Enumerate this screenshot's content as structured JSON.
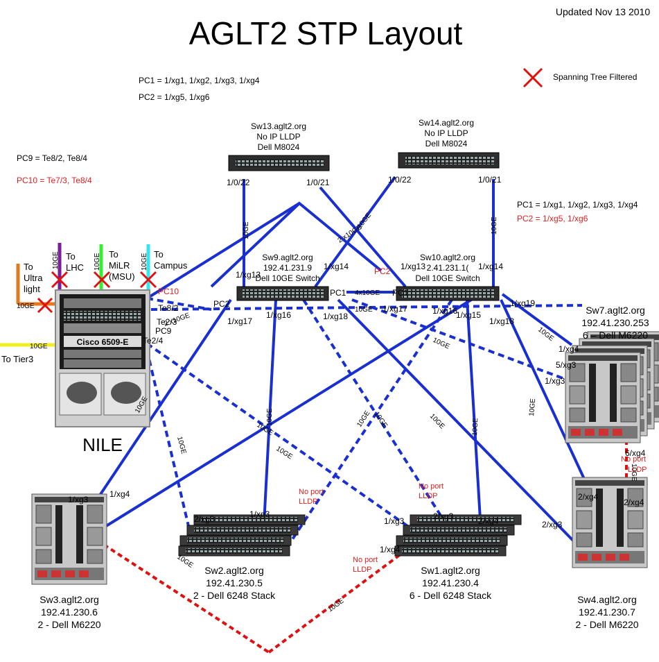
{
  "header": {
    "title": "AGLT2 STP Layout",
    "updated": "Updated Nov 13 2010",
    "legend_label": "Spanning Tree Filtered"
  },
  "colors": {
    "link": "#1a2fd0",
    "filtered": "#e01010",
    "nile_frame": "#9a9a9a"
  },
  "notes": {
    "sw9_pc1": "PC1 = 1/xg1, 1/xg2, 1/xg3, 1/xg4",
    "sw9_pc2": "PC2 = 1/xg5, 1/xg6",
    "nile_pc9": "PC9 = Te8/2, Te8/4",
    "nile_pc10": "PC10 = Te7/3, Te8/4",
    "sw10_pc1": "PC1 = 1/xg1, 1/xg2, 1/xg3, 1/xg4",
    "sw10_pc2": "PC2 = 1/xg5, 1/xg6"
  },
  "switches": {
    "sw13": [
      "Sw13.aglt2.org",
      "No IP LLDP",
      "Dell M8024"
    ],
    "sw14": [
      "Sw14.aglt2.org",
      "No IP LLDP",
      "Dell M8024"
    ],
    "sw9": [
      "Sw9.aglt2.org",
      "192.41.231.9",
      "Dell 10GE Switch"
    ],
    "sw10": [
      "Sw10.aglt2.org",
      "2.41.231.1(",
      "Dell 10GE Switch"
    ],
    "sw7": [
      "Sw7.aglt2.org",
      "192.41.230.253",
      "6 – Dell M6220"
    ],
    "sw3": [
      "Sw3.aglt2.org",
      "192.41.230.6",
      "2 - Dell M6220"
    ],
    "sw2": [
      "Sw2.aglt2.org",
      "192.41.230.5",
      "2 - Dell 6248 Stack"
    ],
    "sw1": [
      "Sw1.aglt2.org",
      "192.41.230.4",
      "6 - Dell 6248 Stack"
    ],
    "sw4": [
      "Sw4.aglt2.org",
      "192.41.230.7",
      "2 - Dell M6220"
    ]
  },
  "nile": {
    "name": "NILE",
    "chassis_label": "Cisco 6509-E",
    "to_ultra_light": [
      "To",
      "Ultra",
      "light"
    ],
    "to_lhc": [
      "To",
      "LHC"
    ],
    "to_milr": [
      "To",
      "MiLR",
      "(MSU)"
    ],
    "to_campus": [
      "To",
      "Campus"
    ],
    "to_tier3": "To Tier3"
  },
  "ports": {
    "p_1_0_22a": "1/0/22",
    "p_1_0_21a": "1/0/21",
    "p_1_0_22b": "1/0/22",
    "p_1_0_21b": "1/0/21",
    "sw9_xg13": "1/xg13",
    "sw9_xg14": "1/xg14",
    "sw10_xg13": "1/xg13",
    "sw10_xg14": "1/xg14",
    "sw9_pc1": "PC1",
    "sw10_pc1": "PC1",
    "link_4x10ge": "4x10GE",
    "sw9_pc2": "PC2",
    "nile_pc9": "PC9",
    "nile_pc10": "PC10",
    "sw10_pc2": "PC2",
    "sw9_xg17": "1/xg17",
    "sw9_xg16": "1/xg16",
    "sw9_xg18": "1/xg18",
    "sw10_xg17": "1/xg17",
    "sw10_xg16": "1/xg16",
    "sw10_xg15": "1/xg15",
    "sw10_xg18": "1/xg18",
    "sw10_xg19": "1/xg19",
    "te8_2": "Te8/2",
    "te2_3": "Te2/3",
    "te2_4": "Te2/4",
    "sw7_1xg4": "1/xg4",
    "sw7_5xg3": "5/xg3",
    "sw7_1xg3": "1/xg3",
    "sw7_6xg4": "6/xg4",
    "sw3_1xg3": "1/xg3",
    "sw3_1xg4": "1/xg4",
    "sw2_2xg3": "2/xg3",
    "sw2_1xg3": "1/xg3",
    "sw1_1xg3": "1/xg3",
    "sw1_2xg3": "2/xg3",
    "sw1_2xg4": "2/xg4",
    "sw1_1xg4": "1/xg4",
    "sw4_2xg3": "2/xg3",
    "sw4_2xg4a": "2/xg4",
    "sw4_2xg4b": "2/xg4"
  },
  "link_labels": {
    "ten_ge": "10GE",
    "two_x_10ge": "2 x10GE",
    "no_port_lldp": [
      "No port",
      "LLDP"
    ]
  }
}
